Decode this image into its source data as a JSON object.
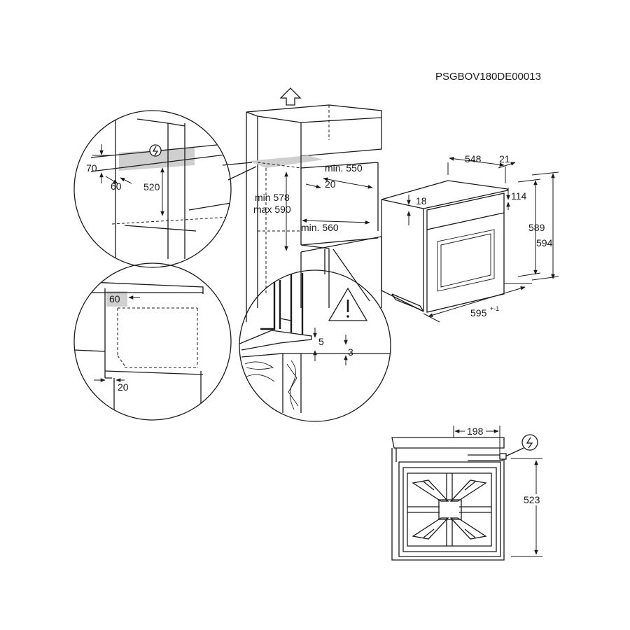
{
  "drawing_code": "PSGBOV180DE00013",
  "dimensions": {
    "d70": "70",
    "d60_top": "60",
    "d520": "520",
    "min578": "min 578",
    "max590": "max 590",
    "min550": "min. 550",
    "d20_niche": "20",
    "min560": "min. 560",
    "d548": "548",
    "d21": "21",
    "d114": "114",
    "d18": "18",
    "d589": "589",
    "d594": "594",
    "d595": "595",
    "d595_tol": "+-1",
    "d60_mid": "60",
    "d20_bottom": "20",
    "d5": "5",
    "d3": "3",
    "d198": "198",
    "d523": "523"
  },
  "icons": [
    "arrow-up-icon",
    "power-connection-icon",
    "warning-icon"
  ]
}
